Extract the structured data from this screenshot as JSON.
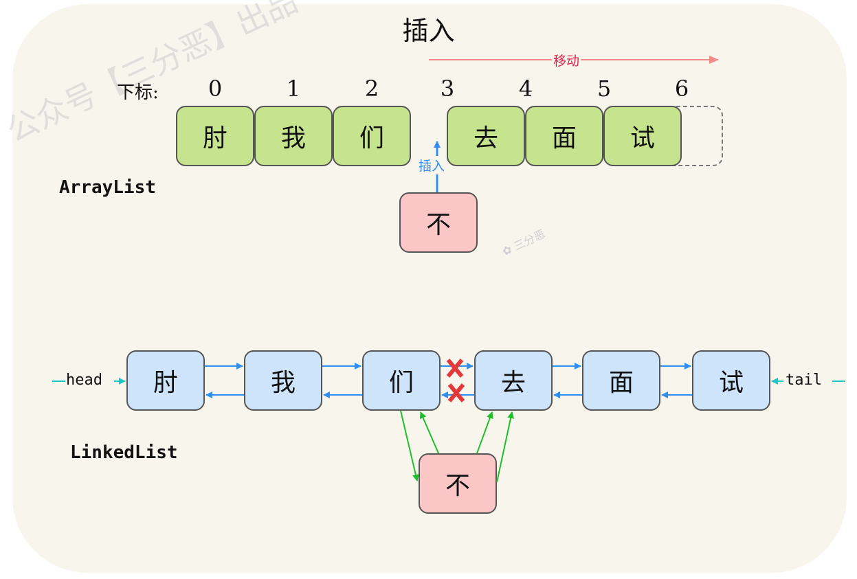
{
  "title": "插入",
  "watermark": "公众号【三分恶】出品",
  "watermark_small": "三分恶",
  "array": {
    "index_label": "下标:",
    "indices": [
      "0",
      "1",
      "2",
      "3",
      "4",
      "5",
      "6"
    ],
    "cells": [
      "肘",
      "我",
      "们",
      "去",
      "面",
      "试"
    ],
    "label": "ArrayList",
    "move_label": "移动",
    "insert_label": "插入",
    "new_cell": "不"
  },
  "linked": {
    "nodes": [
      "肘",
      "我",
      "们",
      "去",
      "面",
      "试"
    ],
    "label": "LinkedList",
    "head_label": "head",
    "tail_label": "tail",
    "new_node": "不"
  },
  "colors": {
    "array_cell": "#c6e48e",
    "node": "#cde4fb",
    "new_item": "#fac6c6",
    "pointer_arrow": "#2f8ef0",
    "new_link_arrow": "#1fbf2a",
    "move_arrow": "#f28a8a",
    "head_tail_arrow": "#1fc4c4",
    "broken_link_mark": "#e23a3a"
  }
}
